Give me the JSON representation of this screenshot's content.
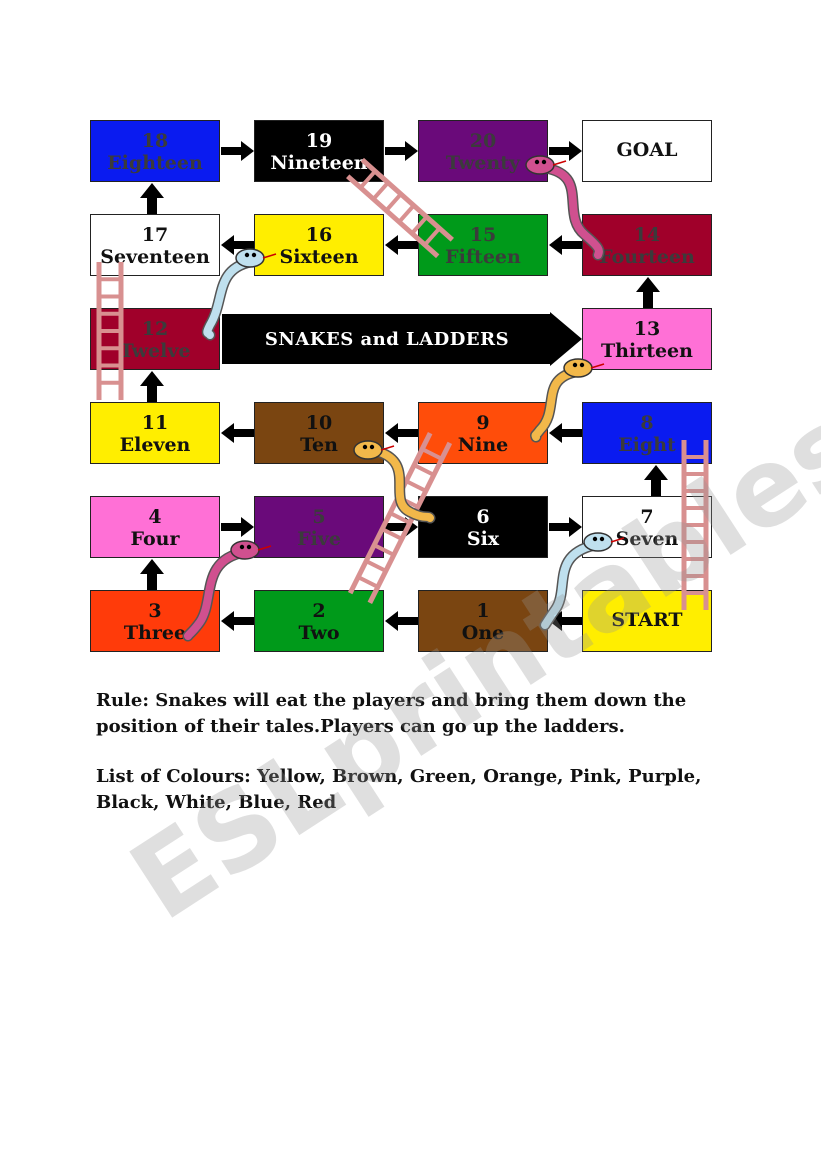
{
  "board": {
    "title": "SNAKES and LADDERS",
    "tiles": [
      {
        "id": "start",
        "num": "",
        "word": "START",
        "color": "#ffee00",
        "text": "dark"
      },
      {
        "id": "1",
        "num": "1",
        "word": "One",
        "color": "#7a4511",
        "text": "dark"
      },
      {
        "id": "2",
        "num": "2",
        "word": "Two",
        "color": "#009a1a",
        "text": "dark"
      },
      {
        "id": "3",
        "num": "3",
        "word": "Three",
        "color": "#ff3b0a",
        "text": "dark"
      },
      {
        "id": "4",
        "num": "4",
        "word": "Four",
        "color": "#ff70d6",
        "text": "dark"
      },
      {
        "id": "5",
        "num": "5",
        "word": "Five",
        "color": "#6a0a7a",
        "text": "mid"
      },
      {
        "id": "6",
        "num": "6",
        "word": "Six",
        "color": "#000000",
        "text": "light"
      },
      {
        "id": "7",
        "num": "7",
        "word": "Seven",
        "color": "#ffffff",
        "text": "dark"
      },
      {
        "id": "8",
        "num": "8",
        "word": "Eight",
        "color": "#0a1bf0",
        "text": "mid"
      },
      {
        "id": "9",
        "num": "9",
        "word": "Nine",
        "color": "#ff4d0a",
        "text": "dark"
      },
      {
        "id": "10",
        "num": "10",
        "word": "Ten",
        "color": "#7a4511",
        "text": "dark"
      },
      {
        "id": "11",
        "num": "11",
        "word": "Eleven",
        "color": "#ffee00",
        "text": "dark"
      },
      {
        "id": "12",
        "num": "12",
        "word": "Twelve",
        "color": "#a0002a",
        "text": "mid"
      },
      {
        "id": "13",
        "num": "13",
        "word": "Thirteen",
        "color": "#ff70d6",
        "text": "dark"
      },
      {
        "id": "14",
        "num": "14",
        "word": "Fourteen",
        "color": "#a0002a",
        "text": "mid"
      },
      {
        "id": "15",
        "num": "15",
        "word": "Fifteen",
        "color": "#009a1a",
        "text": "mid"
      },
      {
        "id": "16",
        "num": "16",
        "word": "Sixteen",
        "color": "#ffee00",
        "text": "dark"
      },
      {
        "id": "17",
        "num": "17",
        "word": "Seventeen",
        "color": "#ffffff",
        "text": "dark"
      },
      {
        "id": "18",
        "num": "18",
        "word": "Eighteen",
        "color": "#0a1bf0",
        "text": "mid"
      },
      {
        "id": "19",
        "num": "19",
        "word": "Nineteen",
        "color": "#000000",
        "text": "light"
      },
      {
        "id": "20",
        "num": "20",
        "word": "Twenty",
        "color": "#6a0a7a",
        "text": "mid"
      },
      {
        "id": "goal",
        "num": "",
        "word": "GOAL",
        "color": "#ffffff",
        "text": "dark"
      }
    ]
  },
  "rule_text": "Rule: Snakes will eat the players and bring them down the position of their tales.Players can go up the ladders.",
  "colours_text": "List of Colours: Yellow, Brown, Green, Orange, Pink, Purple, Black, White, Blue, Red",
  "watermark": "ESLprintables.com",
  "colors": {
    "snake_pink": "#d0508f",
    "snake_blue": "#bfe0ee",
    "snake_orange": "#f2b84a",
    "ladder": "#d89090"
  }
}
